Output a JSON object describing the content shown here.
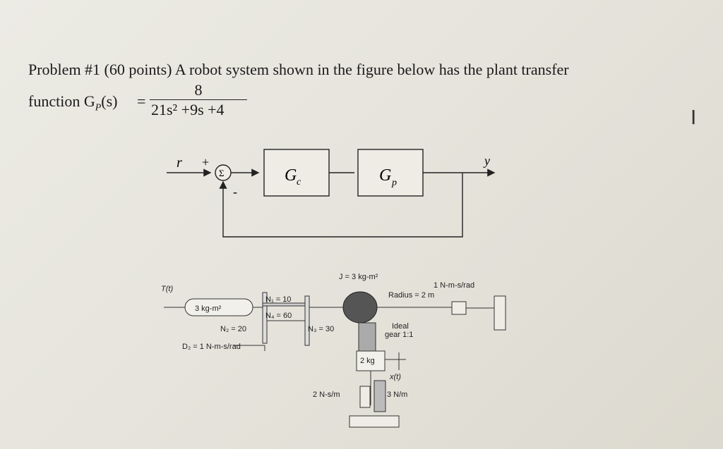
{
  "problem": {
    "line1": "Problem #1 (60 points) A robot system shown in the figure below has the plant transfer",
    "function_label": "function G",
    "function_sub": "P",
    "function_arg": "(s)",
    "equals": "=",
    "numerator": "8",
    "denominator": "21s² +9s +4"
  },
  "block_diagram": {
    "input": "r",
    "plus": "+",
    "minus": "-",
    "sum": "Σ",
    "controller": "G",
    "controller_sub": "c",
    "plant": "G",
    "plant_sub": "p",
    "output": "y"
  },
  "mechanism": {
    "torque": "T(t)",
    "inertia1": "3 kg-m²",
    "n1": "N₁ = 10",
    "n4": "N₄ = 60",
    "n2": "N₂ = 20",
    "d2": "D₂ = 1 N-m-s/rad",
    "n3": "N₃ = 30",
    "j": "J = 3 kg-m²",
    "radius": "Radius = 2 m",
    "damper_rot": "1 N-m-s/rad",
    "ideal_gear": "Ideal",
    "gear_ratio": "gear 1:1",
    "mass": "2 kg",
    "xt": "x(t)",
    "damper_lin": "2 N-s/m",
    "spring": "3 N/m"
  },
  "icons": {
    "text_cursor": "I"
  }
}
